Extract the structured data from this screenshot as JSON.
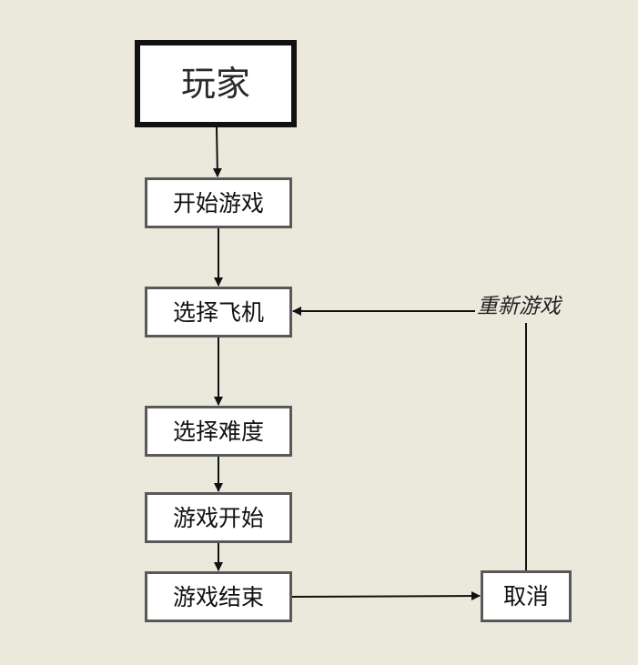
{
  "diagram": {
    "background_color": "#ebe8dc",
    "nodes": {
      "player": "玩家",
      "start_game": "开始游戏",
      "select_plane": "选择飞机",
      "select_difficulty": "选择难度",
      "game_start": "游戏开始",
      "game_over": "游戏结束",
      "cancel": "取消"
    },
    "edge_labels": {
      "restart": "重新游戏"
    },
    "edges": [
      {
        "from": "player",
        "to": "start_game"
      },
      {
        "from": "start_game",
        "to": "select_plane"
      },
      {
        "from": "select_plane",
        "to": "select_difficulty"
      },
      {
        "from": "select_difficulty",
        "to": "game_start"
      },
      {
        "from": "game_start",
        "to": "game_over"
      },
      {
        "from": "game_over",
        "to": "cancel"
      },
      {
        "from": "cancel",
        "to": "select_plane",
        "label": "重新游戏"
      }
    ]
  }
}
